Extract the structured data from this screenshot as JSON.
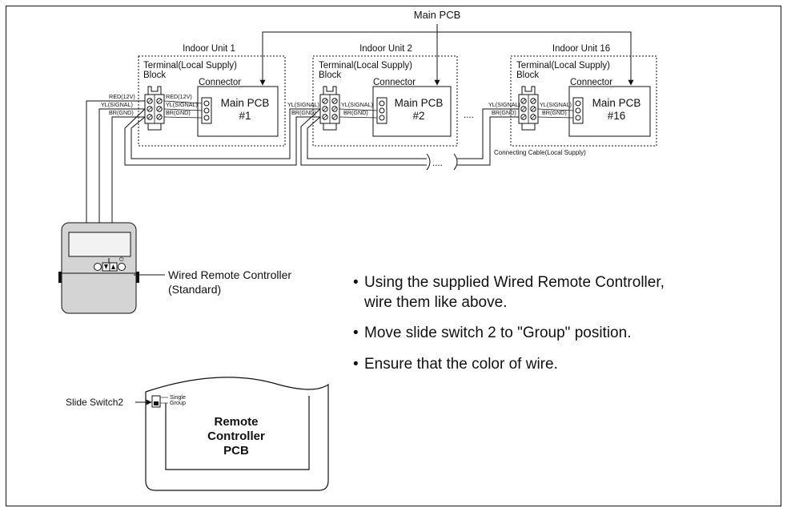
{
  "main_pcb_label": "Main PCB",
  "units": [
    {
      "name": "Indoor Unit 1",
      "terminal_line1": "Terminal(Local Supply)",
      "terminal_line2": "Block",
      "connector": "Connector",
      "pcb_line1": "Main PCB",
      "pcb_line2": "#1"
    },
    {
      "name": "Indoor Unit 2",
      "terminal_line1": "Terminal(Local Supply)",
      "terminal_line2": "Block",
      "connector": "Connector",
      "pcb_line1": "Main PCB",
      "pcb_line2": "#2"
    },
    {
      "name": "Indoor Unit 16",
      "terminal_line1": "Terminal(Local Supply)",
      "terminal_line2": "Block",
      "connector": "Connector",
      "pcb_line1": "Main PCB",
      "pcb_line2": "#16"
    }
  ],
  "wire_labels": {
    "red": "RED(12V)",
    "yellow": "YL(SIGNAL)",
    "brown": "BR(GND)"
  },
  "ellipsis": "....",
  "connecting_cable": "Connecting Cable(Local Supply)",
  "remote_controller": {
    "line1": "Wired Remote Controller",
    "line2": "(Standard)"
  },
  "instructions": [
    "Using the supplied Wired Remote Controller,",
    "wire them like above.",
    "Move slide switch 2 to \"Group\" position.",
    "Ensure that the color of wire."
  ],
  "bullet": "•",
  "slide_switch": {
    "label": "Slide Switch2",
    "single": "Single",
    "group": "Group"
  },
  "remote_pcb": {
    "line1": "Remote",
    "line2": "Controller",
    "line3": "PCB"
  },
  "colors": {
    "line": "#111111",
    "remote_body": "#d4d4d4",
    "background": "#ffffff"
  }
}
